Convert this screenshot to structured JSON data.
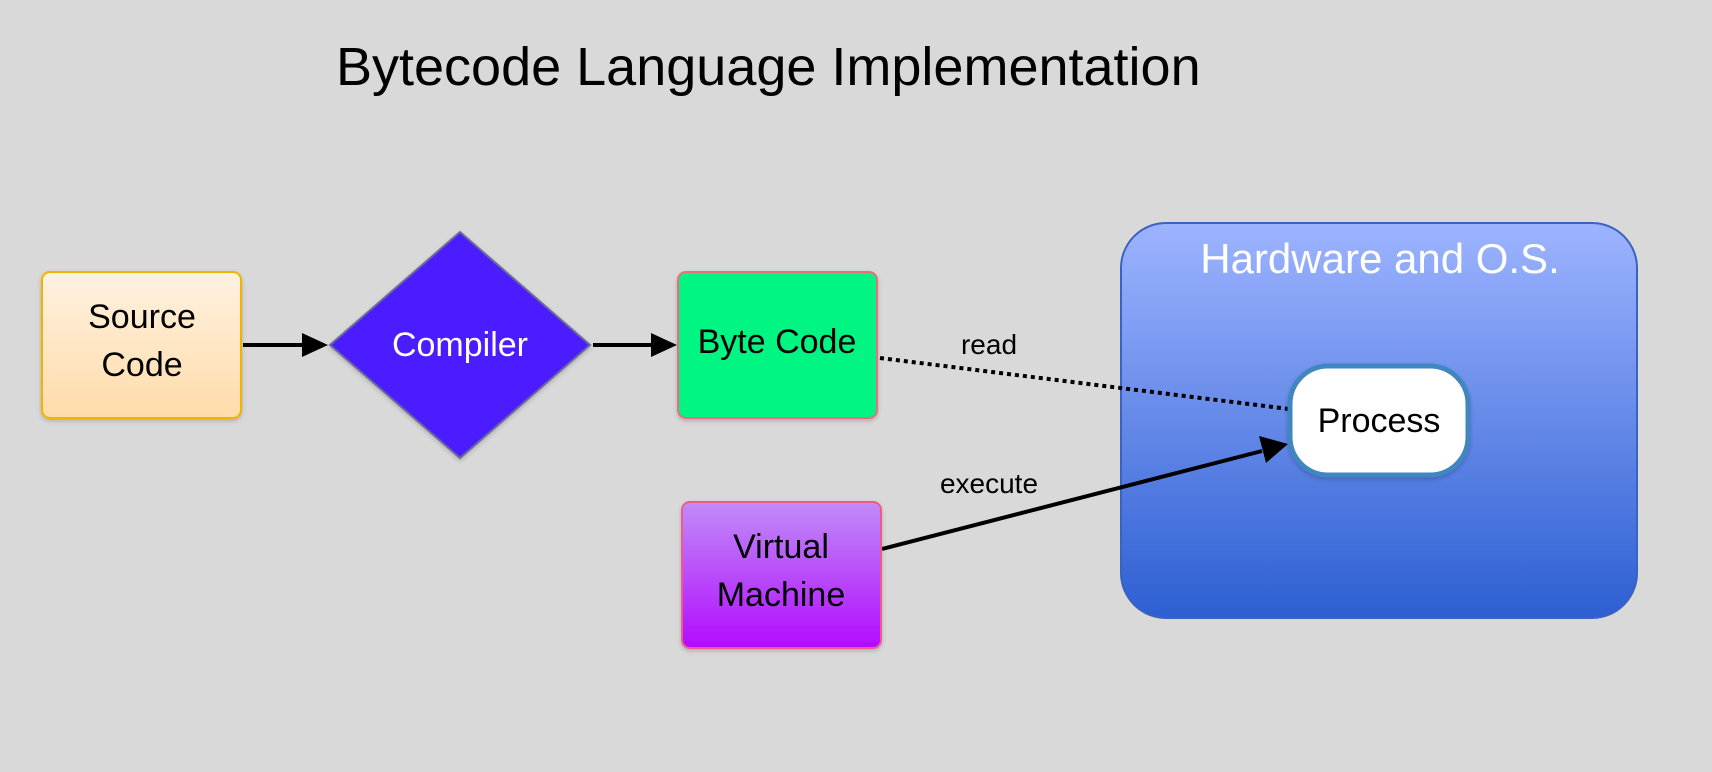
{
  "title": "Bytecode Language Implementation",
  "nodes": {
    "source_code": {
      "lines": [
        "Source",
        "Code"
      ]
    },
    "compiler": {
      "label": "Compiler"
    },
    "byte_code": {
      "label": "Byte Code"
    },
    "virtual_machine": {
      "lines": [
        "Virtual",
        "Machine"
      ]
    },
    "hardware_os": {
      "label": "Hardware and O.S."
    },
    "process": {
      "label": "Process"
    }
  },
  "edges": {
    "read": {
      "label": "read"
    },
    "execute": {
      "label": "execute"
    }
  },
  "colors": {
    "background": "#d9d9d9",
    "source_code_fill_top": "#fff1e0",
    "source_code_fill_bottom": "#ffdcaa",
    "source_code_border": "#f0b400",
    "compiler_fill": "#4b1cff",
    "byte_code_fill": "#00f583",
    "virtual_machine_top": "#c08cf7",
    "virtual_machine_bottom": "#b20cff",
    "hardware_top": "#9db4ff",
    "hardware_bottom": "#2d5fd2",
    "process_fill": "#ffffff",
    "process_border": "#3f86c0"
  }
}
